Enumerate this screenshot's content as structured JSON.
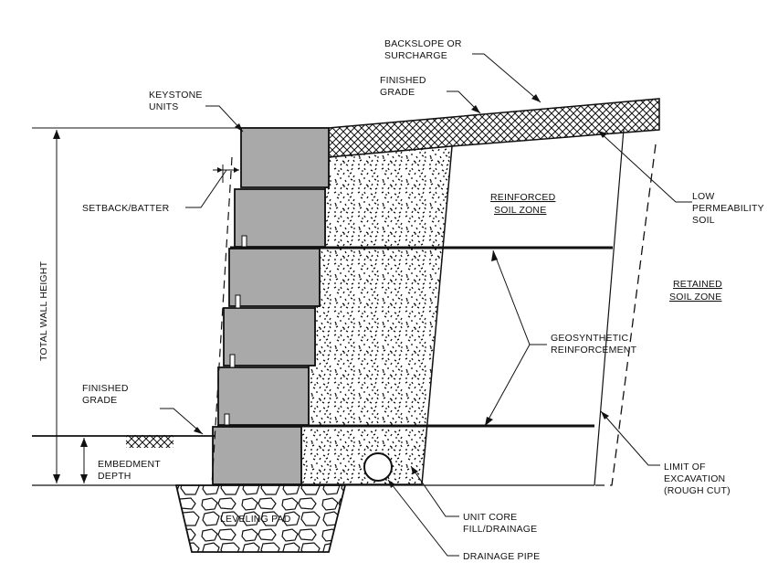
{
  "labels": {
    "backslope_1": "BACKSLOPE OR",
    "backslope_2": "SURCHARGE",
    "finished_grade_top_1": "FINISHED",
    "finished_grade_top_2": "GRADE",
    "keystone_1": "KEYSTONE",
    "keystone_2": "UNITS",
    "setback": "SETBACK/BATTER",
    "reinforced_1": "REINFORCED",
    "reinforced_2": "SOIL ZONE",
    "low_perm_1": "LOW",
    "low_perm_2": "PERMEABILITY",
    "low_perm_3": "SOIL",
    "retained_1": "RETAINED",
    "retained_2": "SOIL ZONE",
    "total_height": "TOTAL WALL HEIGHT",
    "geo_1": "GEOSYNTHETIC",
    "geo_2": "REINFORCEMENT",
    "finished_grade_bottom_1": "FINISHED",
    "finished_grade_bottom_2": "GRADE",
    "embedment_1": "EMBEDMENT",
    "embedment_2": "DEPTH",
    "limit_1": "LIMIT OF",
    "limit_2": "EXCAVATION",
    "limit_3": "(ROUGH CUT)",
    "leveling_pad": "LEVELING PAD",
    "core_fill_1": "UNIT CORE",
    "core_fill_2": "FILL/DRAINAGE",
    "drainage_pipe": "DRAINAGE PIPE"
  },
  "colors": {
    "block_fill": "#a9a9a9",
    "line": "#111111",
    "background": "#ffffff"
  }
}
